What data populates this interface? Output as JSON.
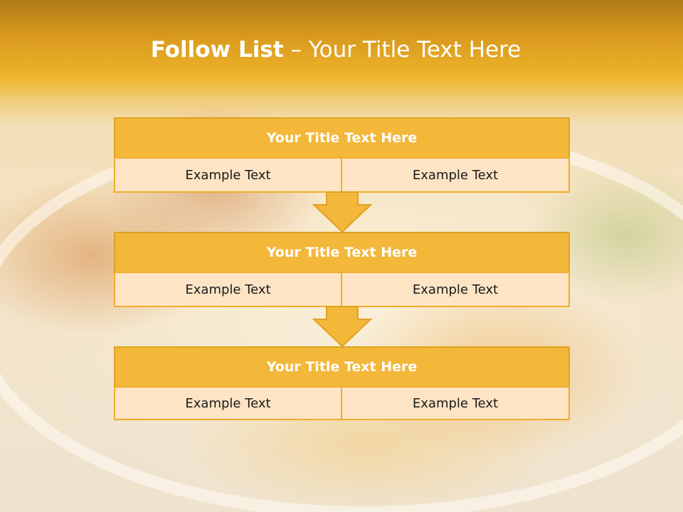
{
  "slide": {
    "title_bold": "Follow List",
    "title_rest": " – Your Title Text Here",
    "colors": {
      "header_gold": "#eeb42a",
      "box_title": "#f3b73a",
      "box_border": "#e0a21f",
      "cell_fill": "#fde4c4",
      "text_white": "#ffffff"
    }
  },
  "steps": [
    {
      "title": "Your Title Text Here",
      "left": "Example Text",
      "right": "Example Text"
    },
    {
      "title": "Your Title Text Here",
      "left": "Example Text",
      "right": "Example Text"
    },
    {
      "title": "Your Title Text Here",
      "left": "Example Text",
      "right": "Example Text"
    }
  ],
  "connectors": [
    {
      "icon": "down-arrow-icon"
    },
    {
      "icon": "down-arrow-icon"
    }
  ]
}
